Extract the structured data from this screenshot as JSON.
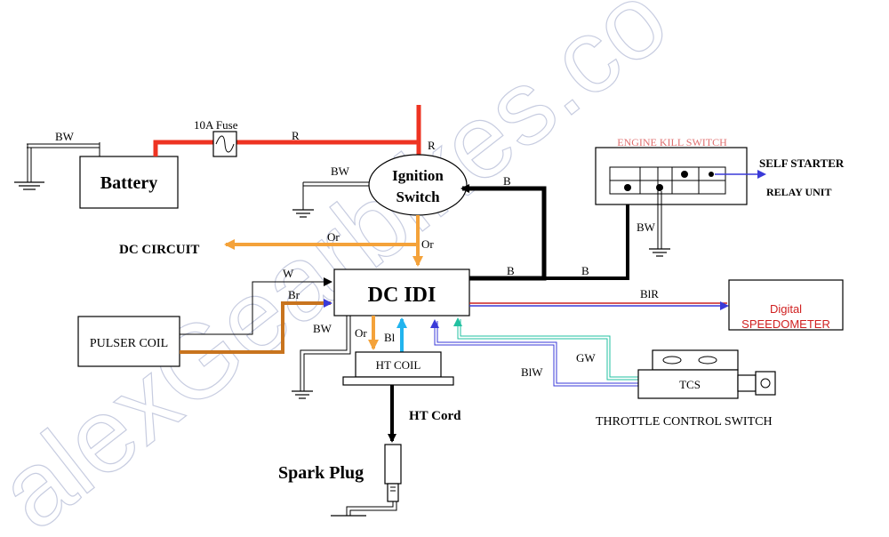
{
  "components": {
    "battery": "Battery",
    "fuse": "10A Fuse",
    "ignition_switch_line1": "Ignition",
    "ignition_switch_line2": "Switch",
    "dc_idi": "DC IDI",
    "pulser_coil": "PULSER COIL",
    "ht_coil": "HT COIL",
    "ht_cord": "HT Cord",
    "spark_plug": "Spark Plug",
    "engine_kill_switch": "ENGINE KILL SWITCH",
    "self_starter": "SELF STARTER",
    "relay_unit": "RELAY UNIT",
    "speedometer_line1": "Digital",
    "speedometer_line2": "SPEEDOMETER",
    "tcs": "TCS",
    "throttle_control_switch": "THROTTLE CONTROL SWITCH",
    "dc_circuit": "DC CIRCUIT"
  },
  "wire_labels": {
    "battery_ground": "BW",
    "battery_positive": "R",
    "ignition_red": "R",
    "ignition_ground": "BW",
    "dc_circuit_orange": "Or",
    "idi_supply_orange": "Or",
    "ignition_black": "B",
    "idi_black_1": "B",
    "idi_black_2": "B",
    "kill_switch_ground": "BW",
    "pulser_white": "W",
    "pulser_brown": "Br",
    "idi_ground": "BW",
    "coil_orange": "Or",
    "coil_blue": "Bl",
    "speedo_blr": "BlR",
    "tcs_gw": "GW",
    "tcs_blw": "BlW"
  },
  "watermark": "alexGearbikes.co",
  "colors": {
    "red": "#ee3322",
    "orange": "#f4a23a",
    "brown": "#c8741e",
    "black": "#000000",
    "blue_arrow": "#3a3ad8",
    "cyan": "#22b4ee",
    "speedo_text": "#d02020",
    "kill_switch_text": "#e07070"
  }
}
